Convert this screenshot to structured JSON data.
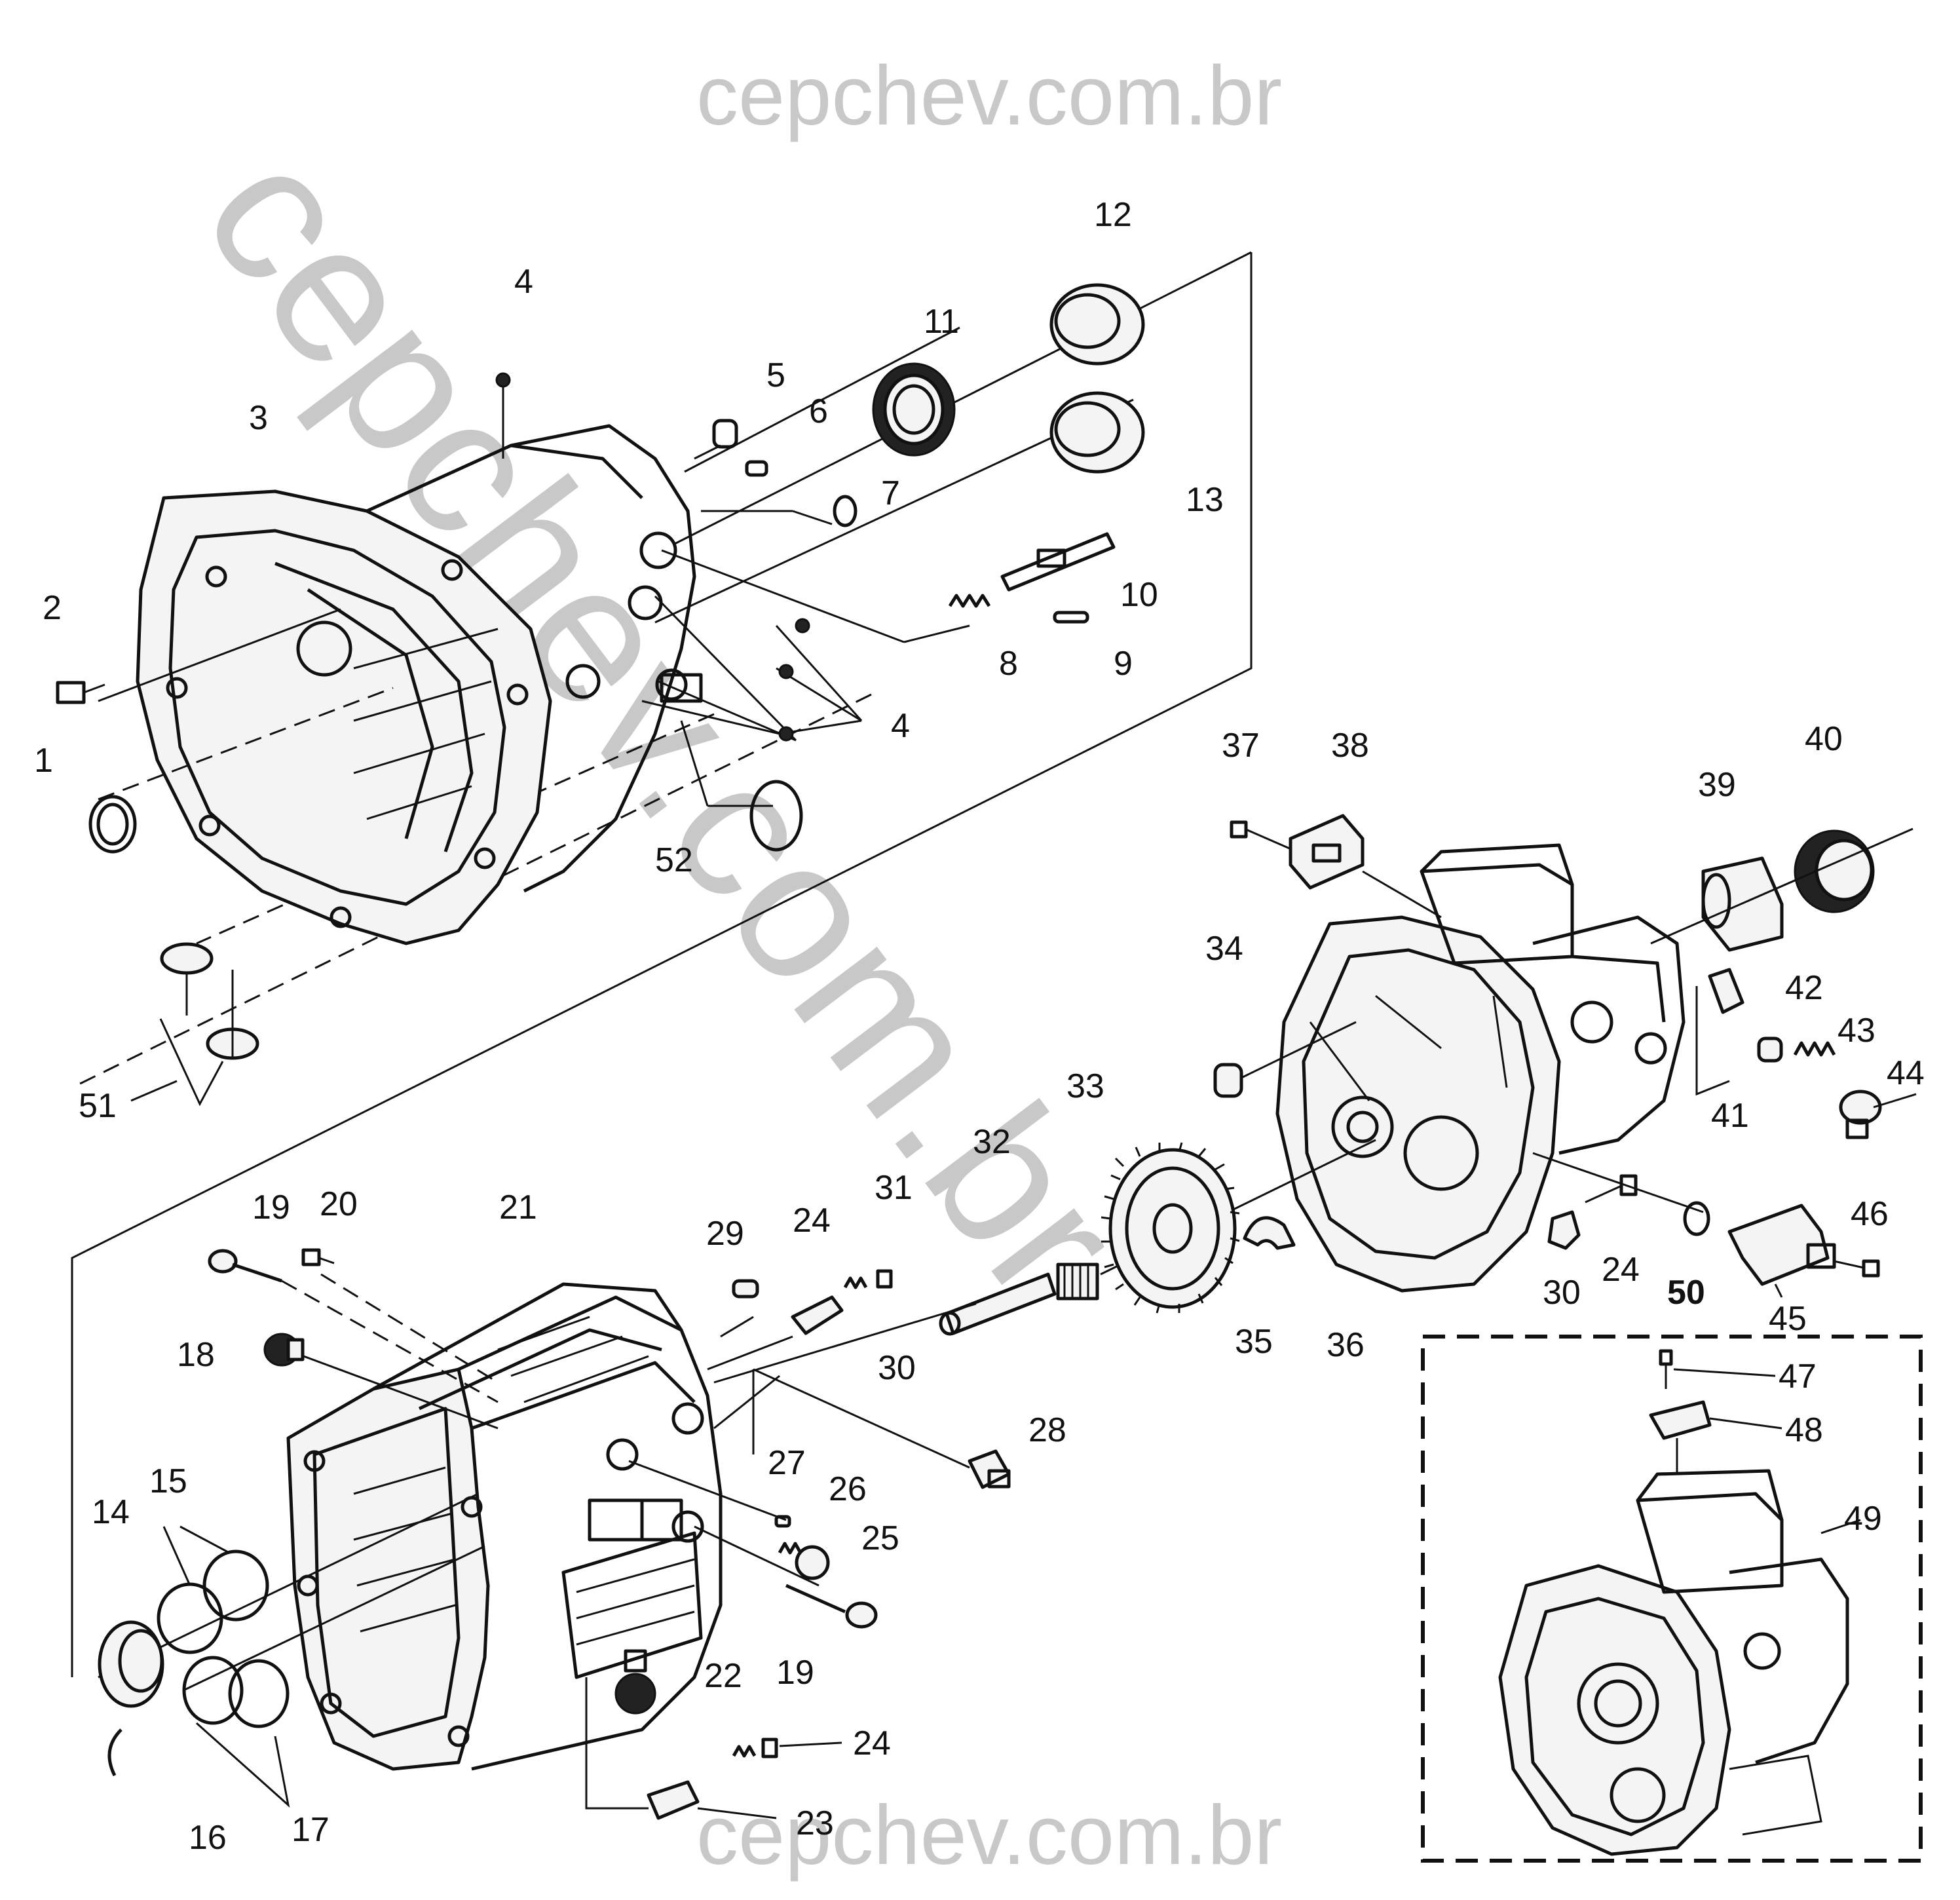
{
  "watermarks": {
    "top": "cepchev.com.br",
    "bottom": "cepchev.com.br",
    "diagonal": "cepchev.com.br"
  },
  "callouts": [
    {
      "id": "1",
      "label": "1"
    },
    {
      "id": "2",
      "label": "2"
    },
    {
      "id": "3",
      "label": "3"
    },
    {
      "id": "4a",
      "label": "4"
    },
    {
      "id": "4b",
      "label": "4"
    },
    {
      "id": "5",
      "label": "5"
    },
    {
      "id": "6",
      "label": "6"
    },
    {
      "id": "7",
      "label": "7"
    },
    {
      "id": "8",
      "label": "8"
    },
    {
      "id": "9",
      "label": "9"
    },
    {
      "id": "10",
      "label": "10"
    },
    {
      "id": "11",
      "label": "11"
    },
    {
      "id": "12",
      "label": "12"
    },
    {
      "id": "13",
      "label": "13"
    },
    {
      "id": "14",
      "label": "14"
    },
    {
      "id": "15",
      "label": "15"
    },
    {
      "id": "16",
      "label": "16"
    },
    {
      "id": "17",
      "label": "17"
    },
    {
      "id": "18",
      "label": "18"
    },
    {
      "id": "19a",
      "label": "19"
    },
    {
      "id": "19b",
      "label": "19"
    },
    {
      "id": "20",
      "label": "20"
    },
    {
      "id": "21",
      "label": "21"
    },
    {
      "id": "22",
      "label": "22"
    },
    {
      "id": "23",
      "label": "23"
    },
    {
      "id": "24a",
      "label": "24"
    },
    {
      "id": "24b",
      "label": "24"
    },
    {
      "id": "24c",
      "label": "24"
    },
    {
      "id": "25",
      "label": "25"
    },
    {
      "id": "26",
      "label": "26"
    },
    {
      "id": "27",
      "label": "27"
    },
    {
      "id": "28",
      "label": "28"
    },
    {
      "id": "29",
      "label": "29"
    },
    {
      "id": "30a",
      "label": "30"
    },
    {
      "id": "30b",
      "label": "30"
    },
    {
      "id": "31",
      "label": "31"
    },
    {
      "id": "32",
      "label": "32"
    },
    {
      "id": "33",
      "label": "33"
    },
    {
      "id": "34",
      "label": "34"
    },
    {
      "id": "35",
      "label": "35"
    },
    {
      "id": "36",
      "label": "36"
    },
    {
      "id": "37",
      "label": "37"
    },
    {
      "id": "38",
      "label": "38"
    },
    {
      "id": "39",
      "label": "39"
    },
    {
      "id": "40",
      "label": "40"
    },
    {
      "id": "41",
      "label": "41"
    },
    {
      "id": "42",
      "label": "42"
    },
    {
      "id": "43",
      "label": "43"
    },
    {
      "id": "44",
      "label": "44"
    },
    {
      "id": "45",
      "label": "45"
    },
    {
      "id": "46",
      "label": "46"
    },
    {
      "id": "47",
      "label": "47"
    },
    {
      "id": "48",
      "label": "48"
    },
    {
      "id": "49",
      "label": "49"
    },
    {
      "id": "50",
      "label": "50"
    },
    {
      "id": "51",
      "label": "51"
    },
    {
      "id": "52",
      "label": "52"
    }
  ]
}
